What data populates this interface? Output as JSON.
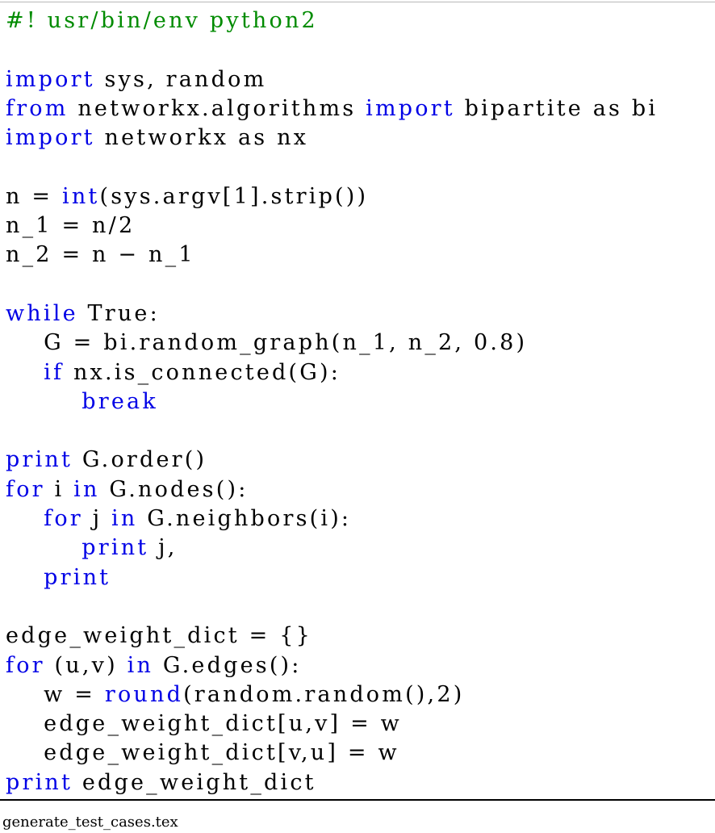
{
  "colors": {
    "keyword": "#0000e6",
    "comment": "#008b00",
    "text": "#000000"
  },
  "code_lines": [
    [
      {
        "t": "#! usr/bin/env python2",
        "k": "cm"
      }
    ],
    [],
    [
      {
        "t": "import",
        "k": "kw"
      },
      {
        "t": " sys, random",
        "k": "tx"
      }
    ],
    [
      {
        "t": "from",
        "k": "kw"
      },
      {
        "t": " networkx.algorithms ",
        "k": "tx"
      },
      {
        "t": "import",
        "k": "kw"
      },
      {
        "t": " bipartite as bi",
        "k": "tx"
      }
    ],
    [
      {
        "t": "import",
        "k": "kw"
      },
      {
        "t": " networkx as nx",
        "k": "tx"
      }
    ],
    [],
    [
      {
        "t": "n = ",
        "k": "tx"
      },
      {
        "t": "int",
        "k": "kw"
      },
      {
        "t": "(sys.argv[1].strip())",
        "k": "tx"
      }
    ],
    [
      {
        "t": "n_1 = n/2",
        "k": "tx"
      }
    ],
    [
      {
        "t": "n_2 = n − n_1",
        "k": "tx"
      }
    ],
    [],
    [
      {
        "t": "while",
        "k": "kw"
      },
      {
        "t": " True:",
        "k": "tx"
      }
    ],
    [
      {
        "t": "    G = bi.random_graph(n_1, n_2, 0.8)",
        "k": "tx"
      }
    ],
    [
      {
        "t": "    ",
        "k": "tx"
      },
      {
        "t": "if",
        "k": "kw"
      },
      {
        "t": " nx.is_connected(G):",
        "k": "tx"
      }
    ],
    [
      {
        "t": "        ",
        "k": "tx"
      },
      {
        "t": "break",
        "k": "kw"
      }
    ],
    [],
    [
      {
        "t": "print",
        "k": "kw"
      },
      {
        "t": " G.order()",
        "k": "tx"
      }
    ],
    [
      {
        "t": "for",
        "k": "kw"
      },
      {
        "t": " i ",
        "k": "tx"
      },
      {
        "t": "in",
        "k": "kw"
      },
      {
        "t": " G.nodes():",
        "k": "tx"
      }
    ],
    [
      {
        "t": "    ",
        "k": "tx"
      },
      {
        "t": "for",
        "k": "kw"
      },
      {
        "t": " j ",
        "k": "tx"
      },
      {
        "t": "in",
        "k": "kw"
      },
      {
        "t": " G.neighbors(i):",
        "k": "tx"
      }
    ],
    [
      {
        "t": "        ",
        "k": "tx"
      },
      {
        "t": "print",
        "k": "kw"
      },
      {
        "t": " j,",
        "k": "tx"
      }
    ],
    [
      {
        "t": "    ",
        "k": "tx"
      },
      {
        "t": "print",
        "k": "kw"
      }
    ],
    [],
    [
      {
        "t": "edge_weight_dict = {}",
        "k": "tx"
      }
    ],
    [
      {
        "t": "for",
        "k": "kw"
      },
      {
        "t": " (u,v) ",
        "k": "tx"
      },
      {
        "t": "in",
        "k": "kw"
      },
      {
        "t": " G.edges():",
        "k": "tx"
      }
    ],
    [
      {
        "t": "    w = ",
        "k": "tx"
      },
      {
        "t": "round",
        "k": "kw"
      },
      {
        "t": "(random.random(),2)",
        "k": "tx"
      }
    ],
    [
      {
        "t": "    edge_weight_dict[u,v] = w",
        "k": "tx"
      }
    ],
    [
      {
        "t": "    edge_weight_dict[v,u] = w",
        "k": "tx"
      }
    ],
    [
      {
        "t": "print",
        "k": "kw"
      },
      {
        "t": " edge_weight_dict",
        "k": "tx"
      }
    ]
  ],
  "caption": "generate_test_cases.tex"
}
